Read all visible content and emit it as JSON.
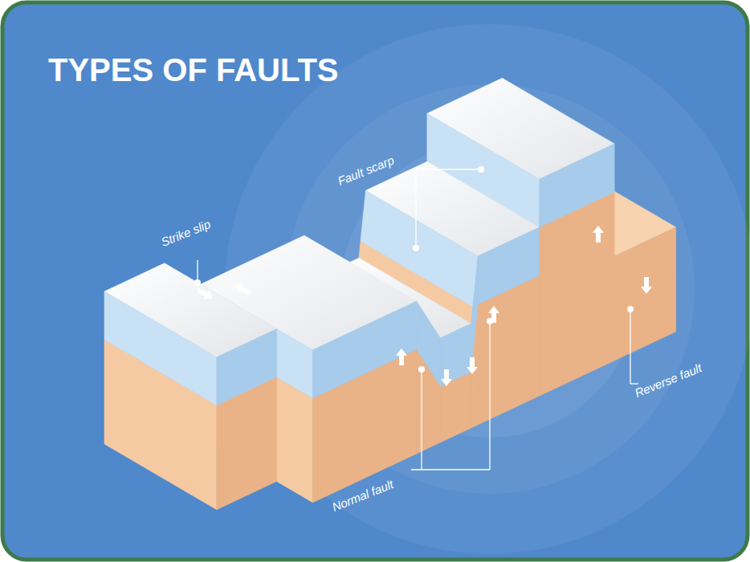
{
  "diagram": {
    "title": "TYPES OF FAULTS",
    "labels": [
      "Strike slip",
      "Fault scarp",
      "Reverse fault",
      "Normal fault"
    ]
  }
}
